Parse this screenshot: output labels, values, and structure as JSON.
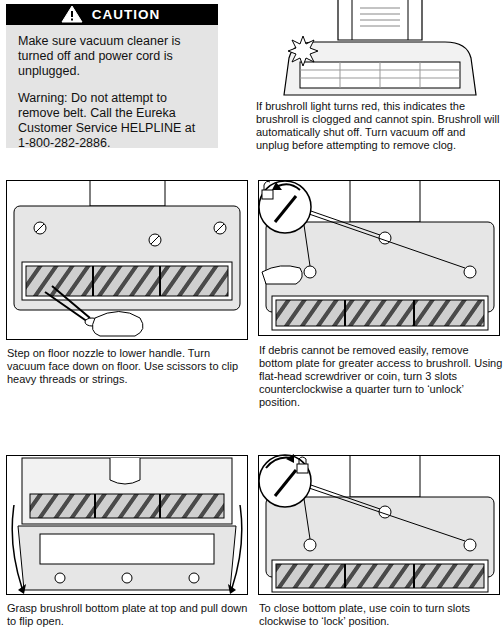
{
  "diagram": {
    "nodes": [
      {
        "text": [
          "CAUTION",
          "Make sure vacuum cleaner is turned off and power cord is unplugged.",
          "Warning: Do not attempt to remove belt. Call the Eureka Customer Service HELPLINE at 1-800-282-2886."
        ]
      },
      {
        "text": [
          "Step on floor nozzle to lower handle. Turn vacuum face down on floor. Use scissors to clip heavy threads or strings."
        ]
      },
      {
        "text": [
          "If debris cannot be removed easily, remove bottom plate for greater access to brushroll. Using flat-head screwdriver or coin, turn 3 slots counterclockwise a quarter turn to ‘unlock’ position."
        ]
      },
      {
        "text": [
          "Grasp brushroll bottom plate at top and pull down to flip open."
        ]
      },
      {
        "text": [
          "To close bottom plate, use coin to turn slots clockwise to ‘lock’ position."
        ]
      }
    ],
    "labels": [
      "If brushroll light turns red, this indicates the brushroll is clogged and cannot spin. Brushroll will automatically shut off. Turn vacuum off and unplug before attempting to remove clog."
    ]
  }
}
